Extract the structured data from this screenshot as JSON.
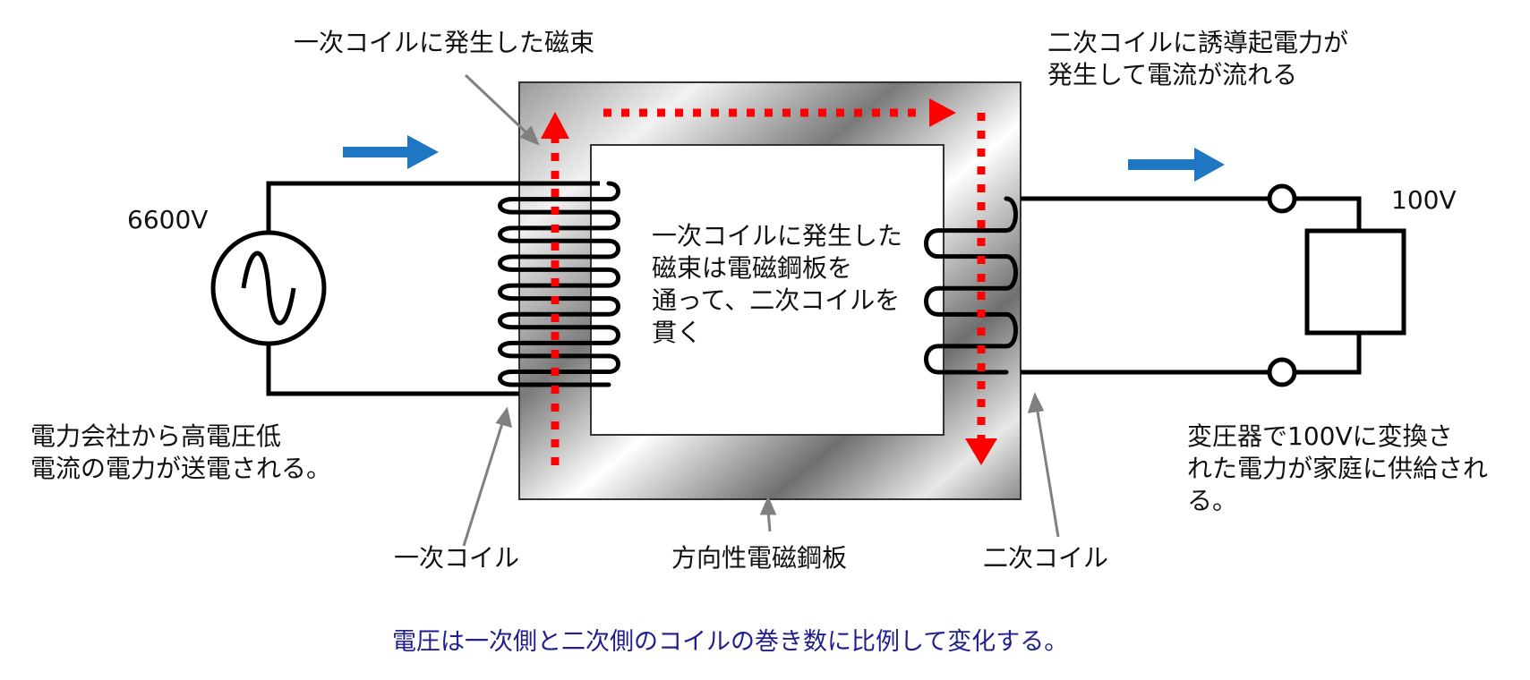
{
  "labels": {
    "primary_flux": "一次コイルに発生した磁束",
    "secondary_emf_lines": [
      "二次コイルに誘導起電力が",
      "発生して電流が流れる"
    ],
    "input_voltage": "6600V",
    "output_voltage": "100V",
    "flux_path_lines": [
      "一次コイルに発生した",
      "磁束は電磁鋼板を",
      "通って、二次コイルを",
      "貫く"
    ],
    "supply_lines": [
      "電力会社から高電圧低",
      "電流の電力が送電される。"
    ],
    "delivery_lines": [
      "変圧器で100Vに変換さ",
      "れた電力が家庭に供給される。"
    ],
    "primary_coil": "一次コイル",
    "core": "方向性電磁鋼板",
    "secondary_coil": "二次コイル",
    "caption": "電圧は一次側と二次側のコイルの巻き数に比例して変化する。"
  },
  "icons": {
    "ac_source": "sine-wave-icon",
    "load": "resistor-icon",
    "current_arrow": "right-arrow-icon"
  },
  "colors": {
    "flux_arrow": "#ff0000",
    "current_arrow": "#1f77c4",
    "caption": "#1f1f8f",
    "pointer": "#808080",
    "wire": "#000000"
  },
  "coils": {
    "primary_turns": 7,
    "secondary_turns": 3
  }
}
